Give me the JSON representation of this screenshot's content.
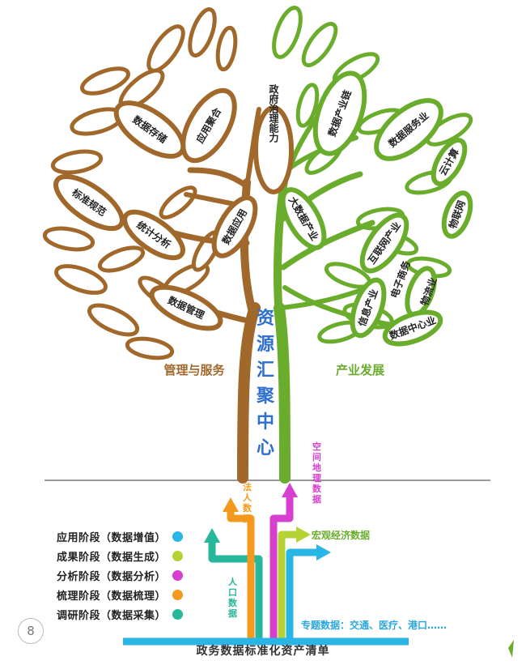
{
  "center": {
    "text": "资源汇聚中心",
    "color": "#2f6fcf"
  },
  "branches": {
    "left_label": "管理与服务",
    "right_label": "产业发展",
    "left_color": "#a0682a",
    "right_color": "#6aac2c"
  },
  "left_leaves": [
    "政府治理能力",
    "应用聚合",
    "数据存储",
    "数据应用",
    "统计分析",
    "标准规范",
    "数据管理"
  ],
  "right_leaves": [
    "数据产业链",
    "数据服务业",
    "云计算",
    "大数据产业",
    "物联网",
    "互联网产业",
    "信息产业",
    "电子商务",
    "物流业",
    "数据中心业"
  ],
  "stages": [
    {
      "label": "应用阶段（数据增值）",
      "color": "#29b6e6"
    },
    {
      "label": "成果阶段（数据生成）",
      "color": "#b5d334"
    },
    {
      "label": "分析阶段（数据分析）",
      "color": "#d63fcf"
    },
    {
      "label": "梳理阶段（数据梳理）",
      "color": "#f39a1e"
    },
    {
      "label": "调研阶段（数据采集）",
      "color": "#27b79a"
    }
  ],
  "roots": {
    "population": "人口数据",
    "legal_person": "法人数据",
    "spatial": "空间地理数据",
    "macro": "宏观经济数据",
    "topic": "专题数据：交通、医疗、港口……"
  },
  "bottom_title": "政务数据标准化资产清单",
  "page_number": "8"
}
